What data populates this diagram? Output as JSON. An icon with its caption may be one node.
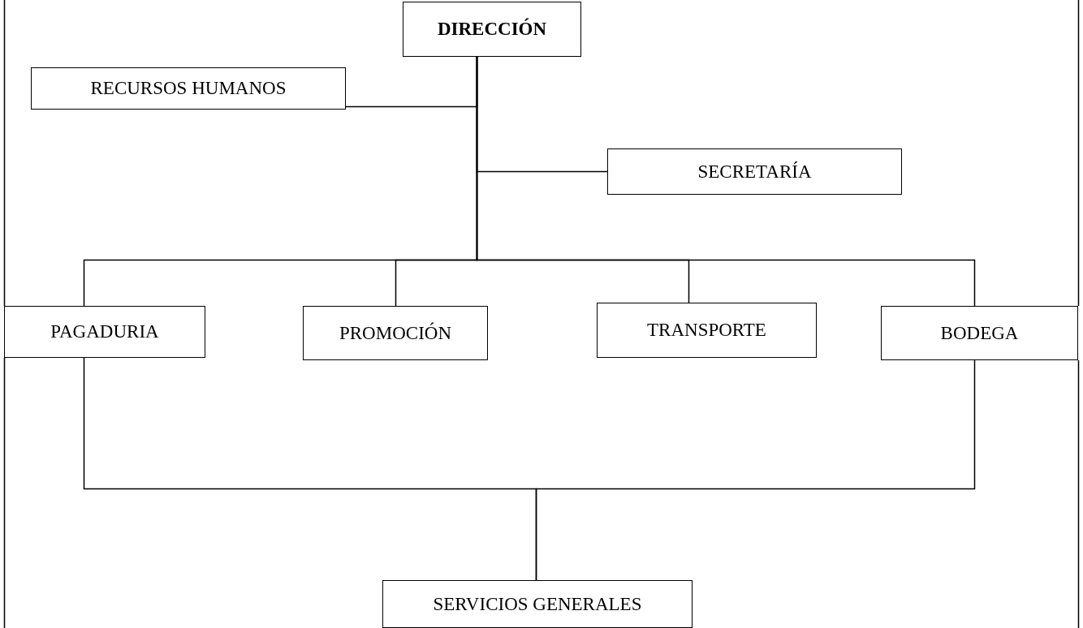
{
  "diagram": {
    "nodes": [
      {
        "text": [
          "DIRECCIÓN"
        ]
      },
      {
        "text": [
          "RECURSOS HUMANOS"
        ]
      },
      {
        "text": [
          "SECRETARÍA"
        ]
      },
      {
        "text": [
          "PAGADURIA"
        ]
      },
      {
        "text": [
          "PROMOCIÓN"
        ]
      },
      {
        "text": [
          "TRANSPORTE"
        ]
      },
      {
        "text": [
          "BODEGA"
        ]
      },
      {
        "text": [
          "SERVICIOS GENERALES"
        ]
      }
    ],
    "edges": [
      {
        "from": 0,
        "to": 1,
        "arrow": "none"
      },
      {
        "from": 0,
        "to": 2,
        "arrow": "none"
      },
      {
        "from": 0,
        "to": 3,
        "arrow": "none"
      },
      {
        "from": 0,
        "to": 4,
        "arrow": "none"
      },
      {
        "from": 0,
        "to": 5,
        "arrow": "none"
      },
      {
        "from": 0,
        "to": 6,
        "arrow": "none"
      },
      {
        "from": 3,
        "to": 7,
        "arrow": "none"
      },
      {
        "from": 6,
        "to": 7,
        "arrow": "none"
      }
    ]
  }
}
